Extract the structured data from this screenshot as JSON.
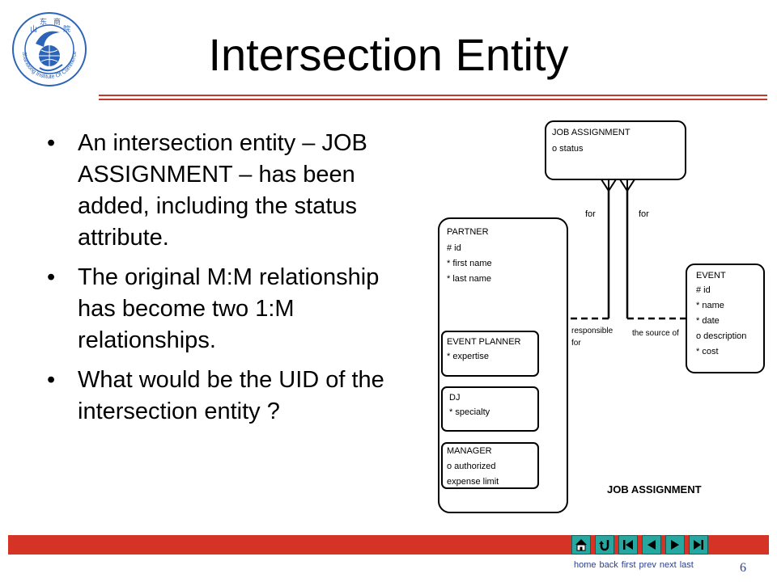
{
  "logo": {
    "text": "Shandong Institute Of Commerce",
    "chars": [
      "山",
      "东",
      "商",
      "院"
    ]
  },
  "slide": {
    "title": "Intersection Entity",
    "bullets": [
      "An intersection entity – JOB ASSIGNMENT – has been added, including the status attribute.",
      "The original M:M relationship has become two 1:M relationships.",
      "What would be the UID of the intersection entity ?"
    ],
    "page_number": "6"
  },
  "diagram": {
    "job_assignment": {
      "name": "JOB ASSIGNMENT",
      "attributes": [
        "o status"
      ]
    },
    "partner": {
      "name": "PARTNER",
      "attributes": [
        "# id",
        "* first name",
        "* last name"
      ]
    },
    "event_planner": {
      "name": "EVENT PLANNER",
      "attributes": [
        "* expertise"
      ]
    },
    "dj": {
      "name": "DJ",
      "attributes": [
        "* specialty"
      ]
    },
    "manager": {
      "name": "MANAGER",
      "attributes": [
        "o authorized",
        "expense limit"
      ]
    },
    "event": {
      "name": "EVENT",
      "attributes": [
        "# id",
        "* name",
        "* date",
        "o description",
        "* cost"
      ]
    },
    "labels": {
      "for_left": "for",
      "for_right": "for",
      "responsible_1": "responsible",
      "responsible_2": "for",
      "source_of": "the source of"
    },
    "caption": "JOB ASSIGNMENT"
  },
  "nav": {
    "labels": {
      "home": "home",
      "back": "back",
      "first": "first",
      "prev": "prev",
      "next": "next",
      "last": "last"
    }
  },
  "colors": {
    "footer_red": "#d63327",
    "button_teal": "#26a7a0",
    "logo_blue": "#2b64b8",
    "accent_rule": "#c0392b"
  }
}
